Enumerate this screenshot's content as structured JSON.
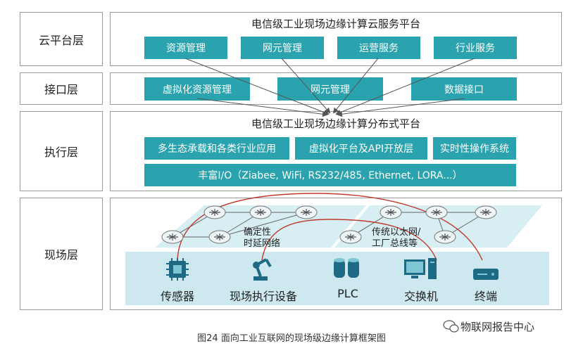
{
  "layers": {
    "cloud": "云平台层",
    "interface": "接口层",
    "execution": "执行层",
    "field": "现场层"
  },
  "cloud_panel": {
    "title": "电信级工业现场边缘计算云服务平台",
    "items": [
      "资源管理",
      "网元管理",
      "运营服务",
      "行业服务"
    ]
  },
  "interface_panel": {
    "items": [
      "虚拟化资源管理",
      "网元管理",
      "数据接口"
    ]
  },
  "execution_panel": {
    "title": "电信级工业现场边缘计算分布式平台",
    "items": [
      "多生态承载和各类行业应用",
      "虚拟化平台及API开放层",
      "实时性操作系统"
    ],
    "io": "丰富I/O（Ziabee, WiFi, RS232/485, Ethernet, LORA...）"
  },
  "field_panel": {
    "network_left": "确定性\n时延网络",
    "network_left_line1": "确定性",
    "network_left_line2": "时延网络",
    "network_right_line1": "传统以太网/",
    "network_right_line2": "工厂总线等",
    "devices": [
      "传感器",
      "现场执行设备",
      "PLC",
      "交换机",
      "终端"
    ]
  },
  "caption": "图24  面向工业互联网的现场级边缘计算框架图",
  "brand": "物联网报告中心",
  "colors": {
    "teal": "#2aa3ae",
    "border": "#9a9a9a",
    "platform": "#d7eef2",
    "curve": "#c0392b"
  }
}
